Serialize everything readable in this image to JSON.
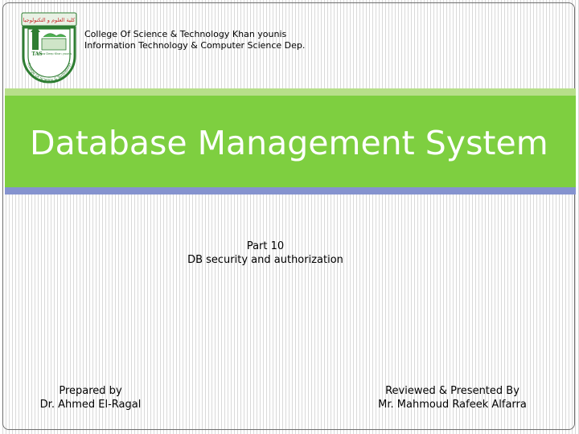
{
  "header": {
    "college_line": "College Of Science & Technology  Khan younis",
    "dept_line": "Information Technology & Computer Science Dep."
  },
  "logo": {
    "arabic_name": "كلية العلوم و التكنولوجيا",
    "english_ring": "College Of Science & Technology",
    "motto": "Know Deep Khan younis"
  },
  "slide": {
    "title": "Database Management System",
    "part": "Part 10",
    "topic": "DB security and authorization"
  },
  "prepared": {
    "label": "Prepared by",
    "name": "Dr. Ahmed El-Ragal"
  },
  "reviewed": {
    "label": "Reviewed & Presented By",
    "name": "Mr. Mahmoud Rafeek Alfarra"
  },
  "colors": {
    "green_band": "#7ecf40",
    "light_green_strip": "#b7df8a",
    "blue_strip": "#8593cf",
    "logo_green": "#2e7d32"
  }
}
